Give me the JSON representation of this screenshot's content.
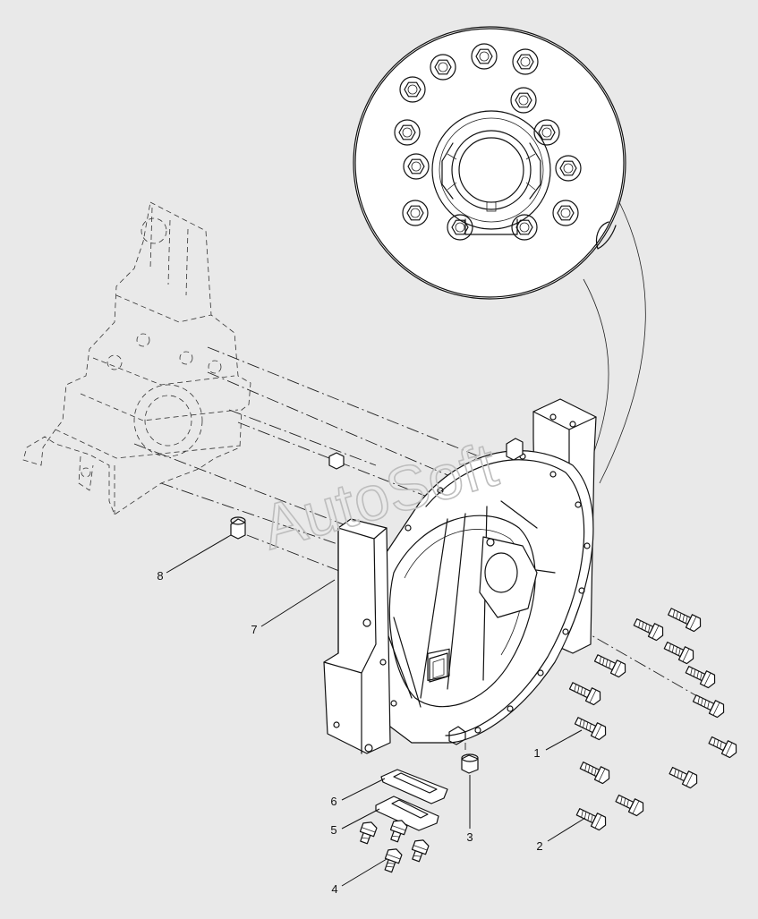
{
  "watermark": "AutoSoft",
  "callouts": [
    {
      "id": "1",
      "label": "1"
    },
    {
      "id": "2",
      "label": "2"
    },
    {
      "id": "3",
      "label": "3"
    },
    {
      "id": "4",
      "label": "4"
    },
    {
      "id": "5",
      "label": "5"
    },
    {
      "id": "6",
      "label": "6"
    },
    {
      "id": "7",
      "label": "7"
    },
    {
      "id": "8",
      "label": "8"
    }
  ],
  "colors": {
    "background": "#e9e9e9",
    "line": "#111111",
    "part_fill": "#ffffff",
    "watermark": "#bdbdbd"
  }
}
